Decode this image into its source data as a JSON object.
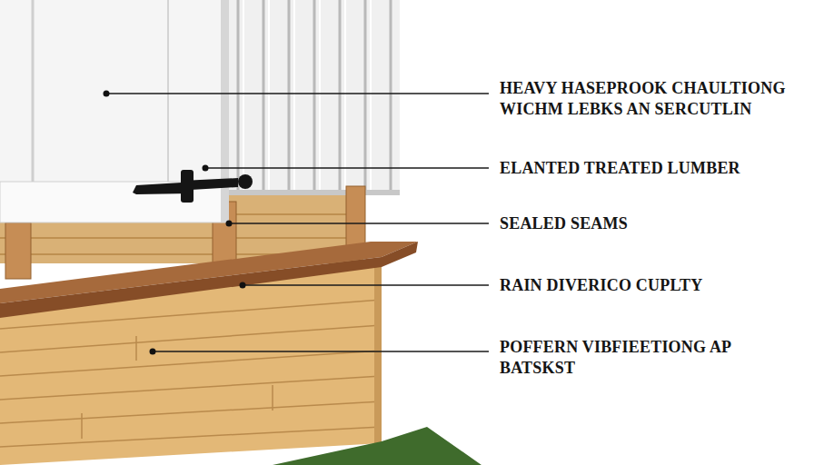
{
  "diagram": {
    "labels": [
      "HEAVY HASEPROOK CHAULTIONG WICHM LEBKS AN SERCUTLIN",
      "ELANTED TREATED LUMBER",
      "SEALED SEAMS",
      "RAIN DIVERICO CUPLTY",
      "POFFERN VIBFIEETIONG AP BATSKST"
    ]
  }
}
